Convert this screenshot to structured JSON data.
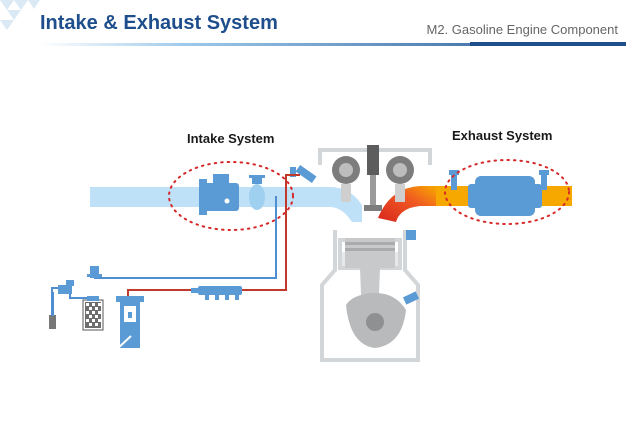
{
  "header": {
    "title": "Intake & Exhaust System",
    "subtitle": "M2. Gasoline Engine Component"
  },
  "labels": {
    "intake": "Intake System",
    "exhaust": "Exhaust System"
  },
  "colors": {
    "title_blue": "#1f4e8c",
    "intake_pipe": "#bfe1f7",
    "component_blue": "#5b9bd5",
    "exhaust_orange": "#f7a800",
    "exhaust_hot": "#e63b1f",
    "dotted_red": "#d62828",
    "line_red": "#c0392b",
    "engine_grey": "#d3d6d9"
  }
}
